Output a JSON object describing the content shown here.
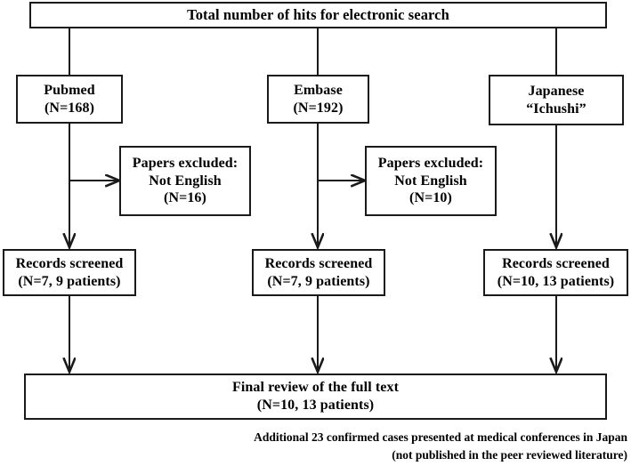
{
  "diagram": {
    "title": "PRISMA-style literature search flow diagram",
    "stroke_color": "#1a1a1a",
    "background_color": "#ffffff",
    "text_color": "#000000"
  },
  "boxes": {
    "total_hits": {
      "line1": "Total number of hits for electronic search"
    },
    "pubmed": {
      "line1": "Pubmed",
      "line2": "(N=168)"
    },
    "embase": {
      "line1": "Embase",
      "line2": "(N=192)"
    },
    "ichushi": {
      "line1": "Japanese",
      "line2": "“Ichushi”"
    },
    "excluded_pubmed": {
      "line1": "Papers excluded:",
      "line2": "Not English",
      "line3": "(N=16)"
    },
    "excluded_embase": {
      "line1": "Papers excluded:",
      "line2": "Not English",
      "line3": "(N=10)"
    },
    "screened_pubmed": {
      "line1": "Records screened",
      "line2": "(N=7, 9 patients)"
    },
    "screened_embase": {
      "line1": "Records screened",
      "line2": "(N=7, 9 patients)"
    },
    "screened_ichushi": {
      "line1": "Records screened",
      "line2": "(N=10, 13 patients)"
    },
    "final_review": {
      "line1": "Final review of the full text",
      "line2": "(N=10, 13 patients)"
    }
  },
  "footnote": {
    "line1": "Additional 23 confirmed cases presented at medical conferences in Japan",
    "line2": "(not published in the peer reviewed literature)"
  }
}
